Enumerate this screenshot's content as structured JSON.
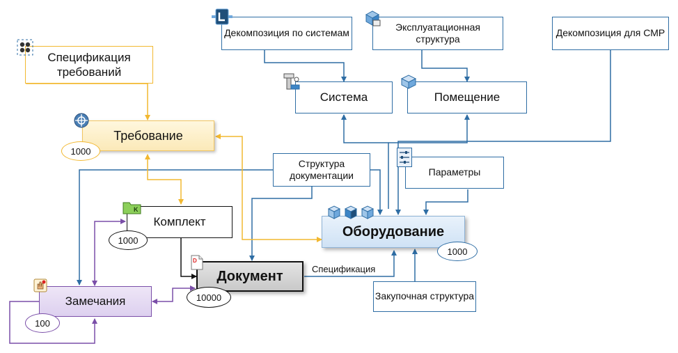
{
  "nodes": {
    "spec_req": "Спецификация требований",
    "requirement": "Требование",
    "decomp_sys": "Декомпозиция по системам",
    "expl_struct": "Эксплуатационная структура",
    "decomp_smr": "Декомпозиция для СМР",
    "system": "Система",
    "room": "Помещение",
    "doc_structure": "Структура документации",
    "parameters": "Параметры",
    "kit": "Комплект",
    "equipment": "Оборудование",
    "document": "Документ",
    "remarks": "Замечания",
    "procurement": "Закупочная структура"
  },
  "counts": {
    "requirement": "1000",
    "kit": "1000",
    "equipment": "1000",
    "document": "10000",
    "remarks": "100"
  },
  "edge_labels": {
    "specification": "Спецификация"
  },
  "colors": {
    "blue": "#2e6da4",
    "yellow": "#f2b830",
    "purple": "#7a4ea8",
    "black": "#111111"
  },
  "icons": [
    "grid-icon",
    "crosshair-icon",
    "L-icon",
    "box-icon",
    "pipe-icon",
    "room-icon",
    "sliders-icon",
    "folder-icon",
    "document-icon",
    "cubes-icon",
    "hand-icon"
  ]
}
